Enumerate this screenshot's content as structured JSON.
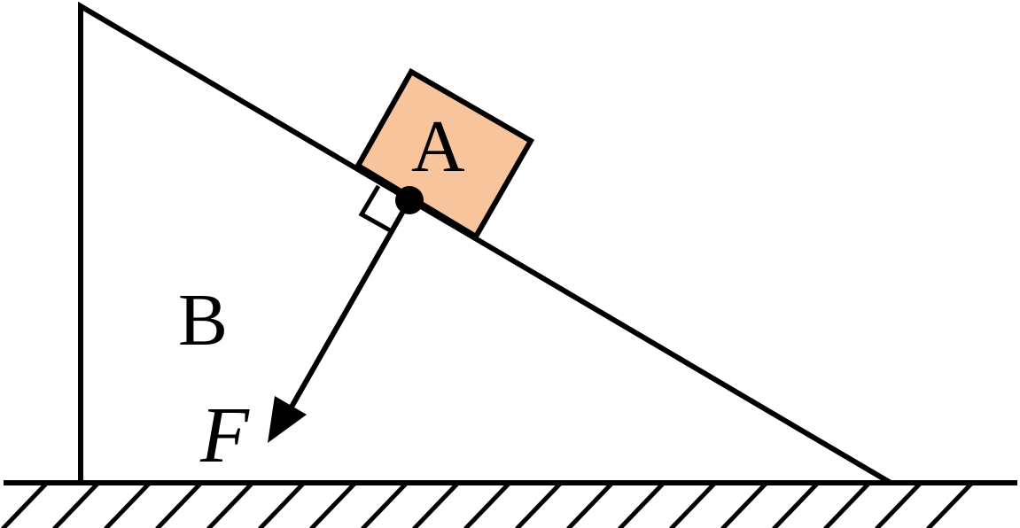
{
  "labels": {
    "block": "A",
    "incline": "B",
    "force": "F"
  },
  "colors": {
    "block_fill": "#F7C49C",
    "stroke": "#000000",
    "background": "#FFFFFF"
  }
}
